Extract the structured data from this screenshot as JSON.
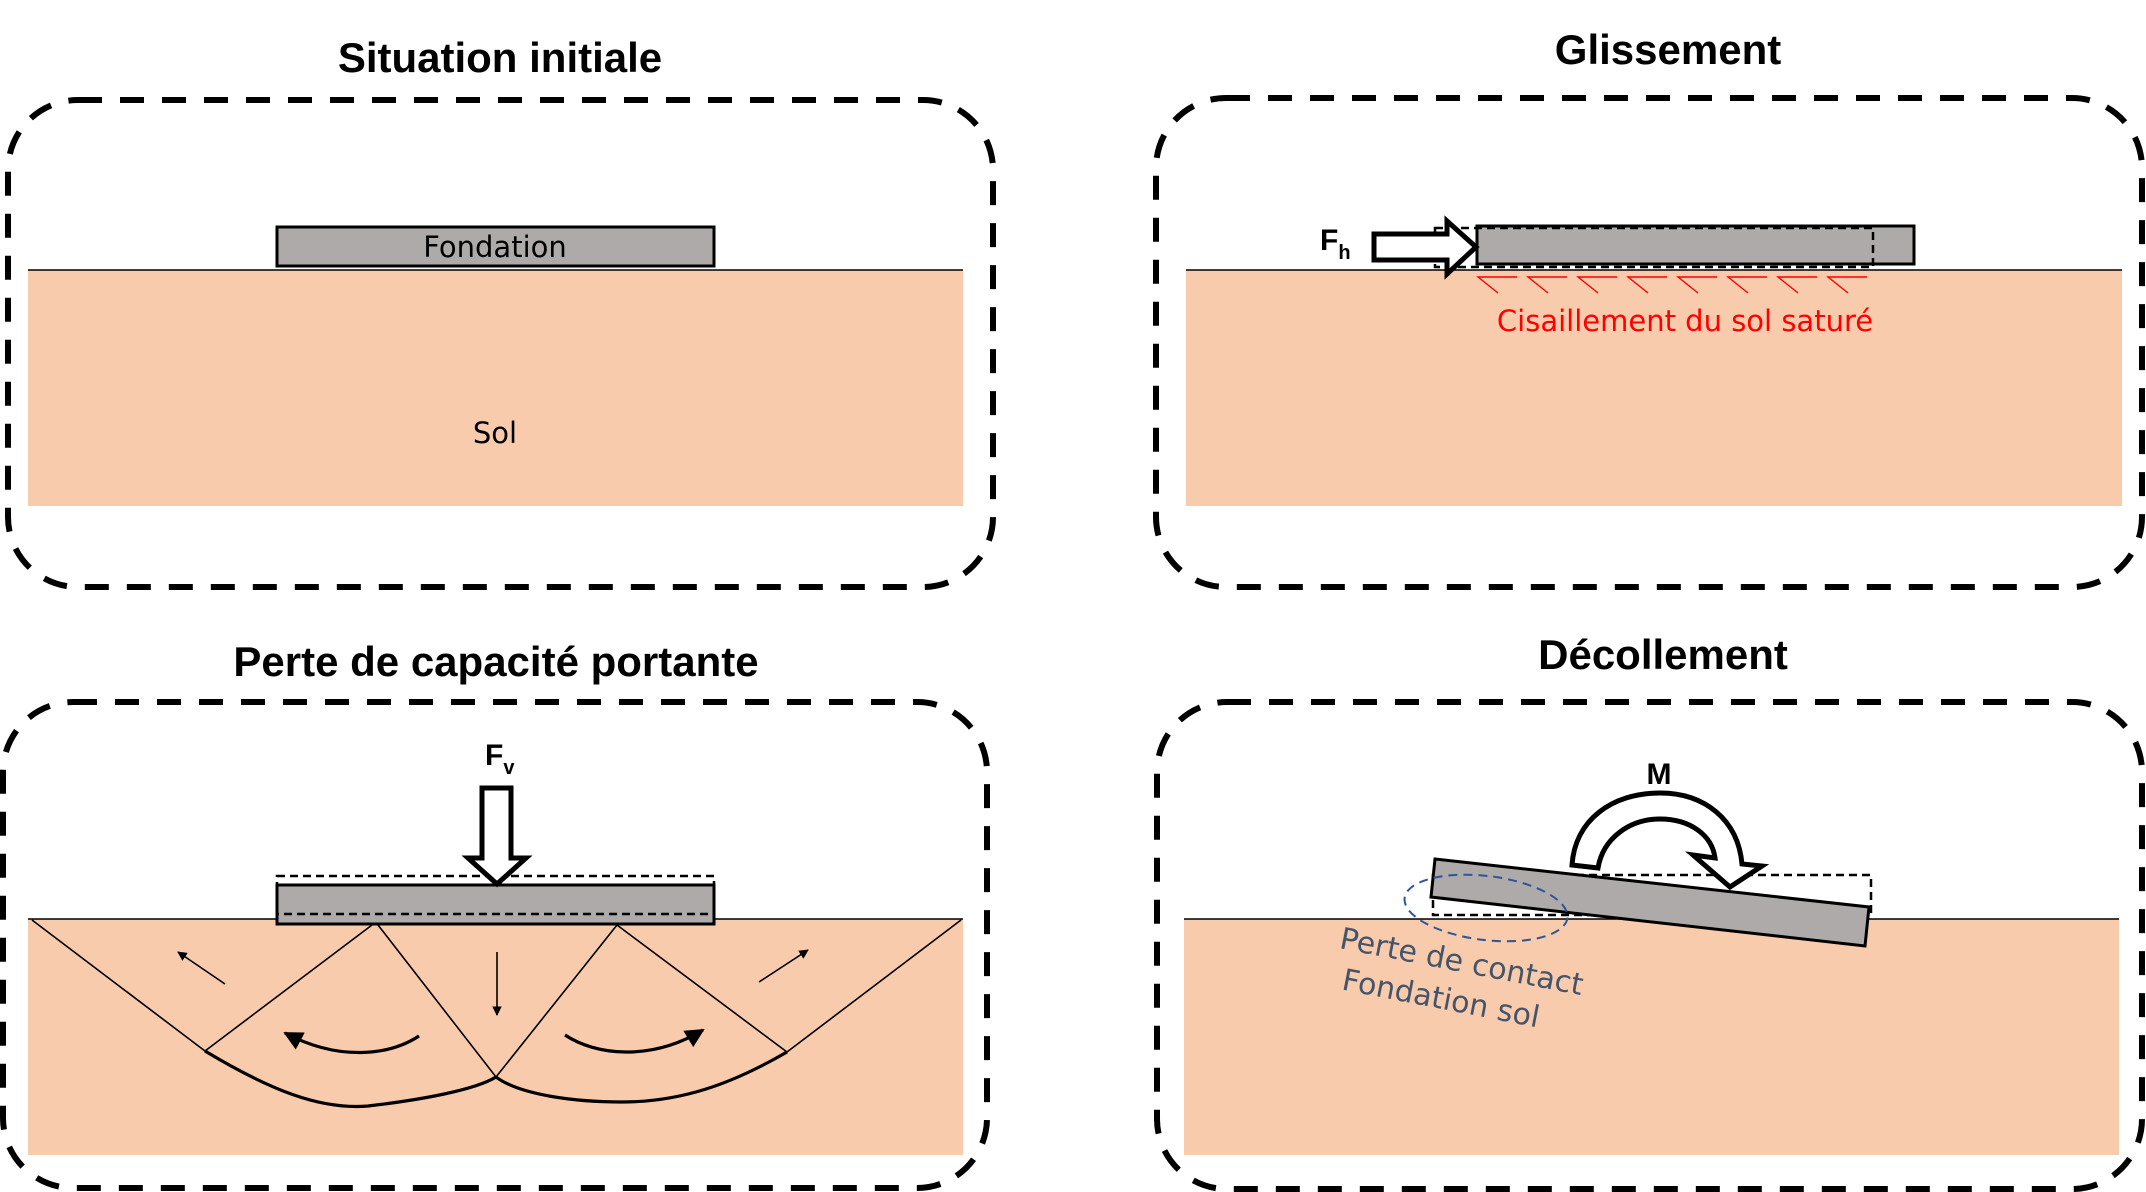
{
  "colors": {
    "soil": "#f8cbad",
    "foundation": "#aeaaaa",
    "shear": "#ff0000",
    "contact": "#44546a",
    "ellipse": "#2f5597"
  },
  "panels": {
    "initial": {
      "title": "Situation initiale",
      "foundation_label": "Fondation",
      "soil_label": "Sol"
    },
    "sliding": {
      "title": "Glissement",
      "force_main": "F",
      "force_sub": "h",
      "shear_label": "Cisaillement du sol saturé"
    },
    "bearing": {
      "title": "Perte de capacité portante",
      "force_main": "F",
      "force_sub": "v"
    },
    "uplift": {
      "title": "Décollement",
      "moment_label": "M",
      "contact_line1": "Perte de contact",
      "contact_line2": "Fondation sol"
    }
  },
  "icons": {
    "horizontal_force": "hollow-arrow-right",
    "vertical_force": "hollow-arrow-down",
    "moment": "hollow-curved-arrow-clockwise"
  }
}
